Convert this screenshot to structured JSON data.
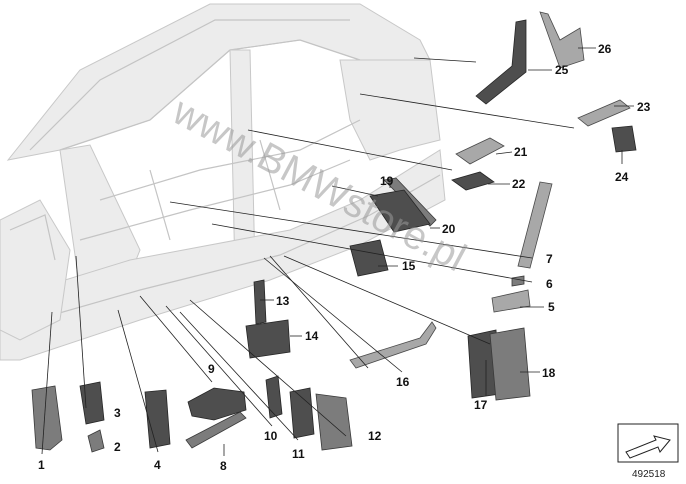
{
  "diagram": {
    "callouts": [
      "1",
      "2",
      "3",
      "4",
      "5",
      "6",
      "7",
      "8",
      "9",
      "10",
      "11",
      "12",
      "13",
      "14",
      "15",
      "16",
      "17",
      "18",
      "19",
      "20",
      "21",
      "22",
      "23",
      "24",
      "25",
      "26"
    ],
    "watermark": "www.BMWstore.pl",
    "document_number": "492518"
  }
}
